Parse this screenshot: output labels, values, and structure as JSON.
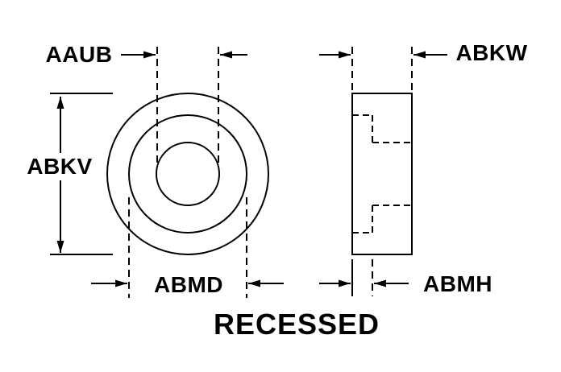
{
  "diagram": {
    "title": "RECESSED",
    "dimension_labels": {
      "aaub": "AAUB",
      "abkw": "ABKW",
      "abkv": "ABKV",
      "abmd": "ABMD",
      "abmh": "ABMH"
    },
    "colors": {
      "line": "#000000",
      "text": "#000000",
      "background": "#ffffff"
    }
  }
}
